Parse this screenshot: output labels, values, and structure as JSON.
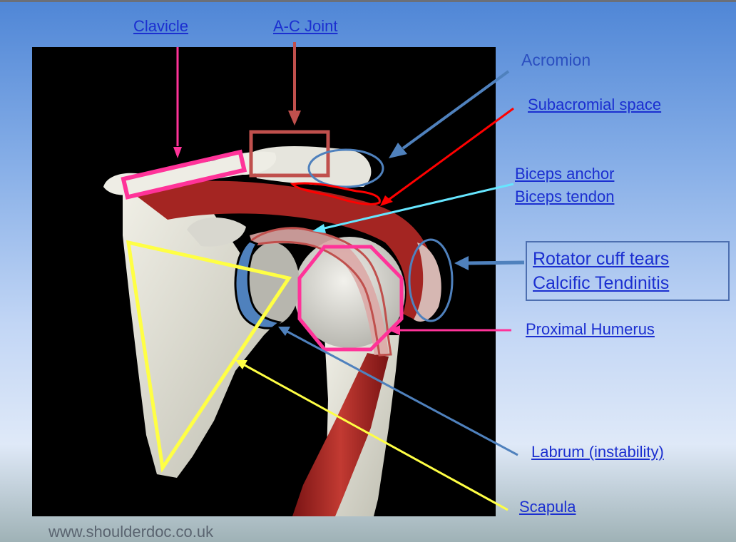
{
  "labels": {
    "clavicle": "Clavicle",
    "ac_joint": "A-C Joint",
    "acromion": "Acromion",
    "subacromial_space": "Subacromial space",
    "biceps_anchor": "Biceps anchor ",
    "biceps_tendon": "Biceps tendon",
    "rotator_cuff_tears": "Rotator cuff tears",
    "calcific_tendinitis": "Calcific Tendinitis",
    "proximal_humerus": "Proximal Humerus",
    "labrum": "Labrum (instability)",
    "scapula": "Scapula"
  },
  "footer": "www.shoulderdoc.co.uk",
  "colors": {
    "clavicle_marker": "#ff3399",
    "ac_joint_marker": "#c0504d",
    "acromion_marker": "#4f81bd",
    "subacromial_marker": "#ff0000",
    "biceps_marker": "#66e6ff",
    "humerus_marker": "#ff3399",
    "labrum_marker": "#4f81bd",
    "scapula_marker": "#ffff44",
    "rotator_cuff_marker": "#4f81bd"
  }
}
